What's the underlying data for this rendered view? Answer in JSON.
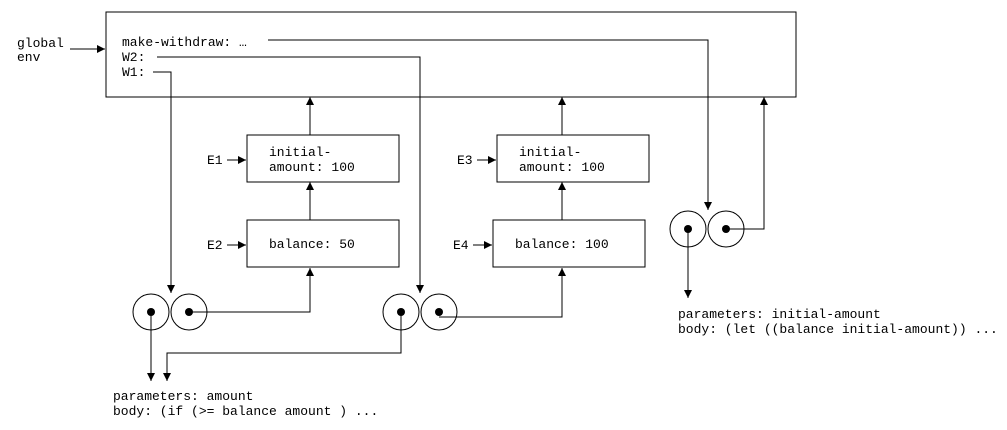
{
  "global_env": {
    "label_line1": "global",
    "label_line2": "env",
    "bindings": [
      "make-withdraw: …",
      "W2:",
      "W1:"
    ]
  },
  "frames": {
    "e1": {
      "label": "E1",
      "line1": "initial-",
      "line2": "amount: 100"
    },
    "e2": {
      "label": "E2",
      "text": "balance: 50"
    },
    "e3": {
      "label": "E3",
      "line1": "initial-",
      "line2": "amount: 100"
    },
    "e4": {
      "label": "E4",
      "text": "balance: 100"
    }
  },
  "procedures": {
    "make_withdraw": {
      "parameters": "parameters: initial-amount",
      "body": "body: (let ((balance initial-amount)) ..."
    },
    "withdraw": {
      "parameters": "parameters: amount",
      "body": "body: (if (>= balance amount ) ..."
    }
  }
}
